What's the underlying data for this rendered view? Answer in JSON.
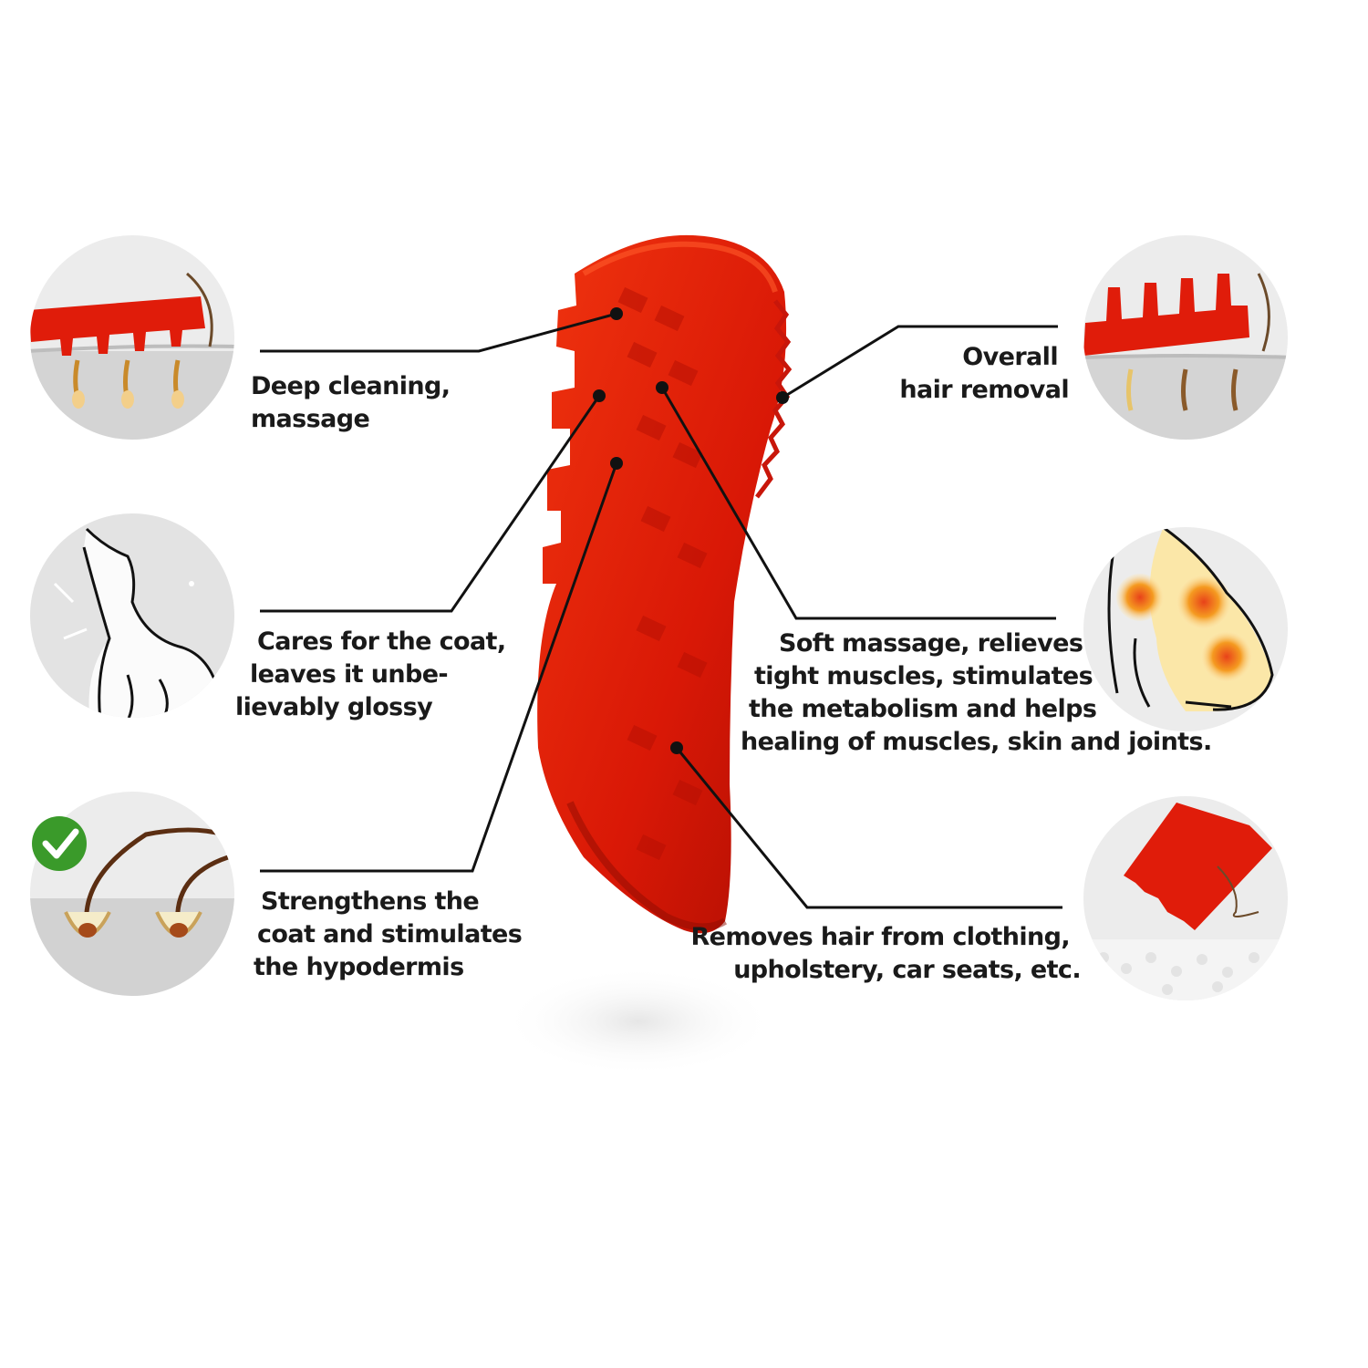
{
  "colors": {
    "brush_red": "#e01c0a",
    "brush_dark": "#a80d02",
    "circle_grey": "#d9d9d9",
    "check_green": "#3a9a2a",
    "line_black": "#111111",
    "heat_orange": "#f28c18"
  },
  "features": {
    "deep_cleaning": {
      "lines": [
        "Deep cleaning,",
        "massage"
      ],
      "icon": "comb-teeth-skin-icon"
    },
    "coat_care": {
      "lines": [
        "Cares for the coat,",
        "leaves it unbe-",
        "lievably glossy"
      ],
      "icon": "howling-dog-icon"
    },
    "strengthens": {
      "lines": [
        "Strengthens the",
        "coat and stimulates",
        "the hypodermis"
      ],
      "icon": "hair-follicle-check-icon"
    },
    "hair_removal": {
      "lines": [
        "Overall",
        "hair removal"
      ],
      "icon": "comb-hair-removal-icon"
    },
    "soft_massage": {
      "lines": [
        "Soft massage, relieves",
        "tight muscles, stimulates",
        "the metabolism and helps",
        "healing of muscles, skin and joints."
      ],
      "icon": "dog-joints-heat-icon"
    },
    "removes_hair": {
      "lines": [
        "Removes hair from clothing,",
        "upholstery, car seats, etc."
      ],
      "icon": "comb-fabric-icon"
    }
  }
}
